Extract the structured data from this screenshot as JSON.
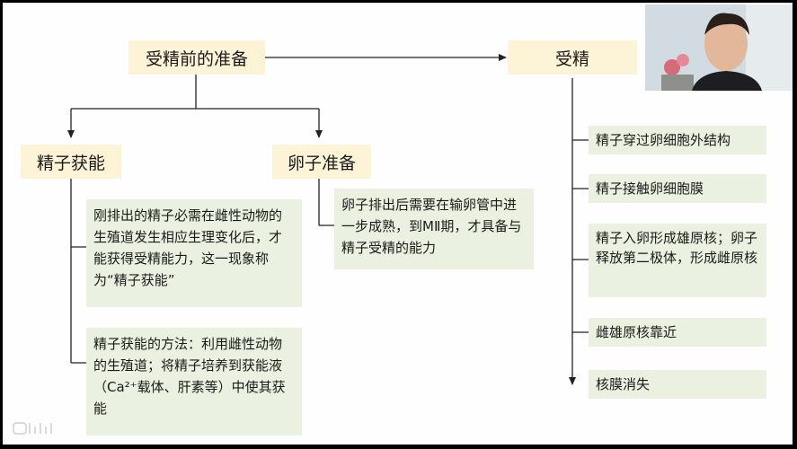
{
  "nodes": {
    "prep": "受精前的准备",
    "fert": "受精",
    "capacitation": "精子获能",
    "egg_prep": "卵子准备"
  },
  "capacitation_details": [
    "刚排出的精子必需在雌性动物的生殖道发生相应生理变化后，才能获得受精能力，这一现象称为“精子获能”",
    "精子获能的方法：利用雌性动物的生殖道；将精子培养到获能液（Ca²⁺载体、肝素等）中使其获能"
  ],
  "egg_detail": "卵子排出后需要在输卵管中进一步成熟，到MⅡ期，才具备与精子受精的能力",
  "fert_steps": [
    "精子穿过卵细胞外结构",
    "精子接触卵细胞膜",
    "精子入卵形成雄原核；卵子释放第二极体，形成雌原核",
    "雌雄原核靠近",
    "核膜消失"
  ],
  "colors": {
    "title_bg": "#fdf3d7",
    "detail_bg": "#eaf1e0",
    "line": "#222222"
  },
  "icons": {
    "presenter": "presenter-video-icon",
    "watermark": "video-watermark-icon"
  }
}
